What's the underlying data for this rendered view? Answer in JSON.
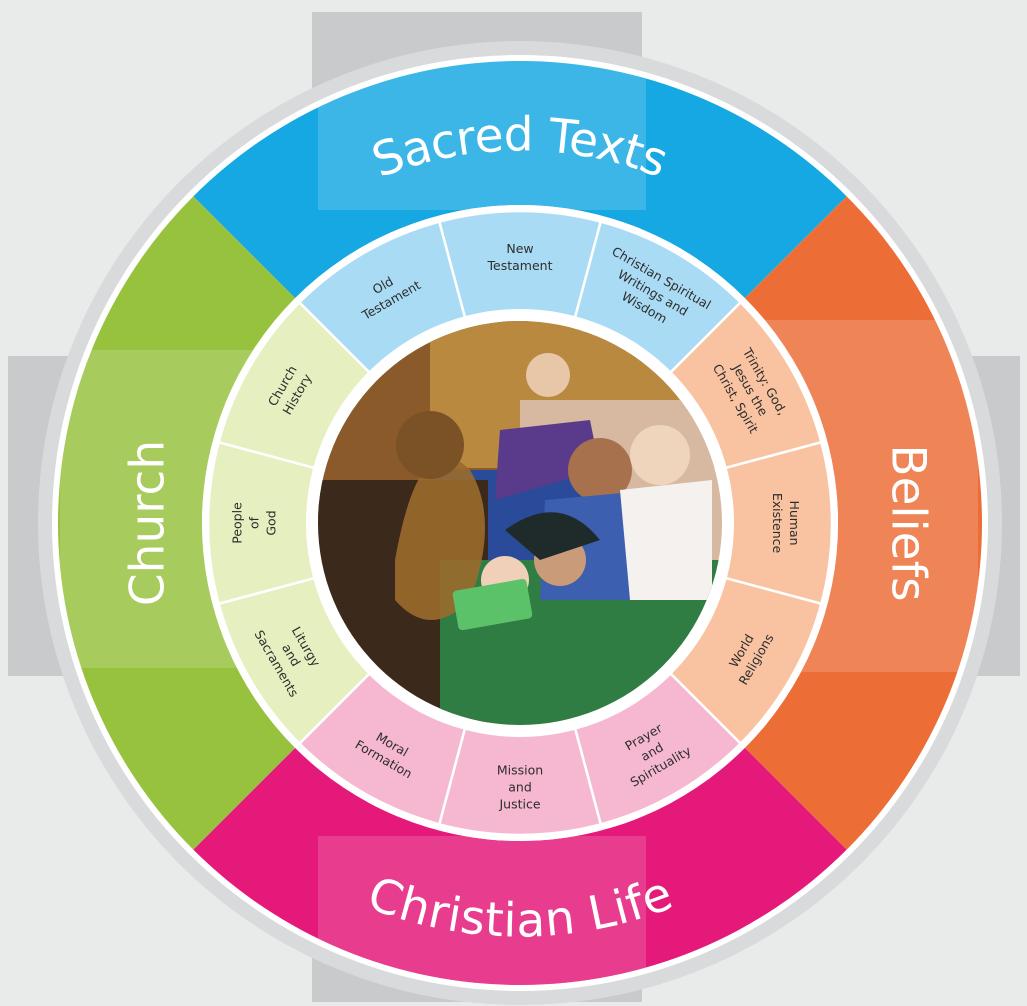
{
  "diagram": {
    "outer_strands": [
      {
        "id": "sacred-texts",
        "label": "Sacred Texts",
        "color": "#16a8e3"
      },
      {
        "id": "beliefs",
        "label": "Beliefs",
        "color": "#ec6d36"
      },
      {
        "id": "christian-life",
        "label": "Christian Life",
        "color": "#e4197a"
      },
      {
        "id": "church",
        "label": "Church",
        "color": "#97c23d"
      }
    ],
    "inner_topics": [
      {
        "strand": "sacred-texts",
        "lines": [
          "New",
          "Testament"
        ]
      },
      {
        "strand": "sacred-texts",
        "lines": [
          "Christian Spiritual",
          "Writings and",
          "Wisdom"
        ]
      },
      {
        "strand": "beliefs",
        "lines": [
          "Trinity: God,",
          "Jesus the",
          "Christ, Spirit"
        ]
      },
      {
        "strand": "beliefs",
        "lines": [
          "Human",
          "Existence"
        ]
      },
      {
        "strand": "beliefs",
        "lines": [
          "World",
          "Religions"
        ]
      },
      {
        "strand": "christian-life",
        "lines": [
          "Prayer",
          "and",
          "Spirituality"
        ]
      },
      {
        "strand": "christian-life",
        "lines": [
          "Mission",
          "and",
          "Justice"
        ]
      },
      {
        "strand": "christian-life",
        "lines": [
          "Moral",
          "Formation"
        ]
      },
      {
        "strand": "church",
        "lines": [
          "Liturgy",
          "and",
          "Sacraments"
        ]
      },
      {
        "strand": "church",
        "lines": [
          "People",
          "of",
          "God"
        ]
      },
      {
        "strand": "church",
        "lines": [
          "Church",
          "History"
        ]
      },
      {
        "strand": "sacred-texts",
        "lines": [
          "Old",
          "Testament"
        ]
      }
    ],
    "colors": {
      "background": "#e9eaea",
      "outer_ring": "#d9dadb",
      "separator": "#ffffff",
      "sacred_texts_light": "#a9dcf4",
      "beliefs_light": "#f9c3a2",
      "christian_life_light": "#f6b8d0",
      "church_light": "#e6efc0",
      "inner_text": "#2d2d2d"
    },
    "center_photo": {
      "description_icon": "photo-collage-icon",
      "colors": [
        "#3b2a1c",
        "#8a5a2b",
        "#b8893f",
        "#2a4b9a",
        "#5a3a8a",
        "#d7b8a0",
        "#2f7d43",
        "#6b6b6b"
      ]
    }
  }
}
